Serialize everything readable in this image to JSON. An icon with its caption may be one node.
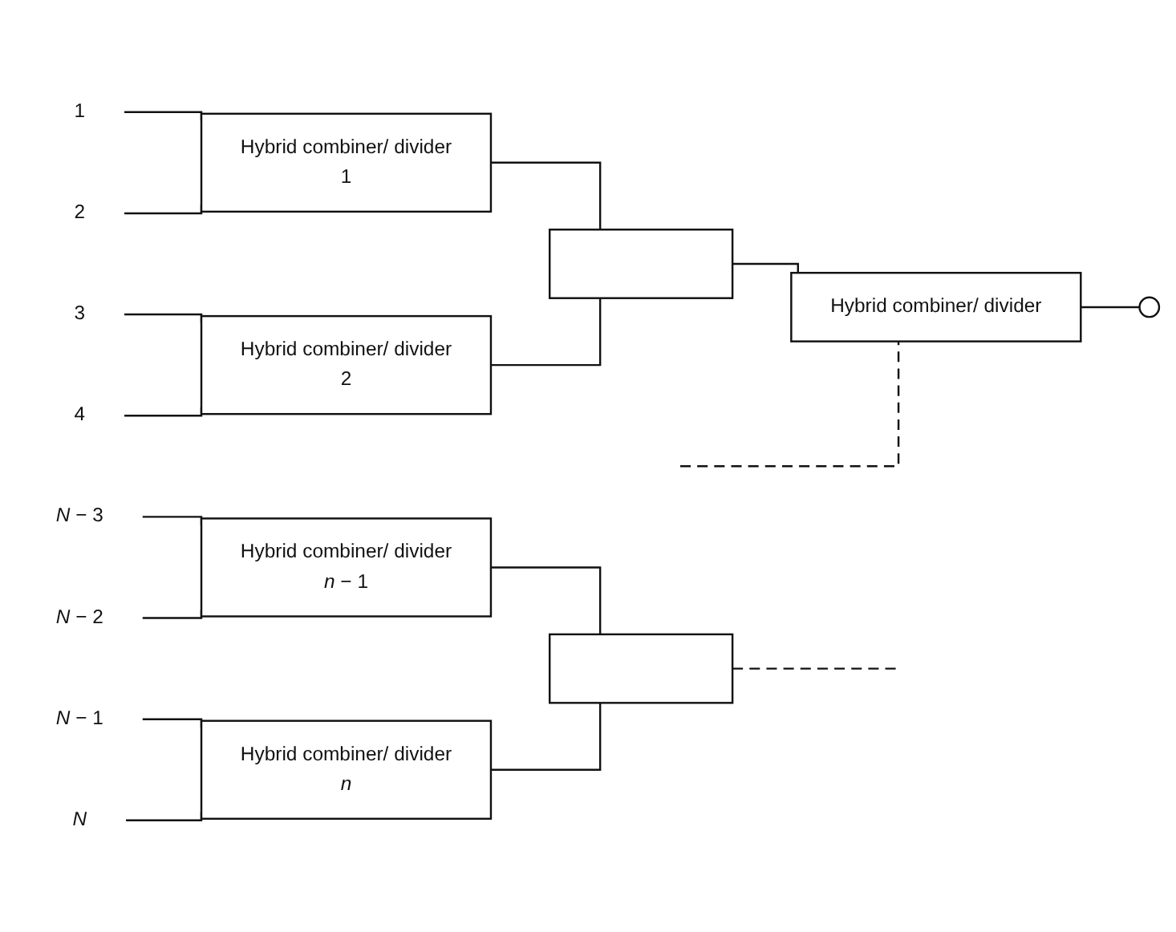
{
  "diagram": {
    "nodes": [
      {
        "text": [
          "1"
        ]
      },
      {
        "text": [
          "2"
        ]
      },
      {
        "text": [
          "Hybrid combiner/ divider",
          "1"
        ]
      },
      {
        "text": [
          "3"
        ]
      },
      {
        "text": [
          "4"
        ]
      },
      {
        "text": [
          "Hybrid combiner/ divider",
          "2"
        ]
      },
      {
        "text": [],
        "shape": "box"
      },
      {
        "text": [
          "Hybrid combiner/ divider"
        ]
      },
      {
        "text": [],
        "shape": "circle"
      },
      {
        "text": [
          "*N* − 3"
        ]
      },
      {
        "text": [
          "*N* − 2"
        ]
      },
      {
        "text": [
          "Hybrid combiner/ divider",
          "*n* − 1"
        ]
      },
      {
        "text": [
          "*N* − 1"
        ]
      },
      {
        "text": [
          "*N*"
        ]
      },
      {
        "text": [
          "Hybrid combiner/ divider",
          "*n*"
        ]
      },
      {
        "text": [],
        "shape": "box"
      }
    ],
    "edges": [
      {
        "from": 0,
        "to": 2,
        "arrow": "none"
      },
      {
        "from": 1,
        "to": 2,
        "arrow": "none"
      },
      {
        "from": 3,
        "to": 5,
        "arrow": "none"
      },
      {
        "from": 4,
        "to": 5,
        "arrow": "none"
      },
      {
        "from": 2,
        "to": 6,
        "arrow": "none"
      },
      {
        "from": 5,
        "to": 6,
        "arrow": "none"
      },
      {
        "from": 6,
        "to": 7,
        "arrow": "none"
      },
      {
        "from": null,
        "to": 7,
        "arrow": "none",
        "style": "dashed"
      },
      {
        "from": 7,
        "to": 8,
        "arrow": "none"
      },
      {
        "from": 9,
        "to": 11,
        "arrow": "none"
      },
      {
        "from": 10,
        "to": 11,
        "arrow": "none"
      },
      {
        "from": 12,
        "to": 14,
        "arrow": "none"
      },
      {
        "from": 13,
        "to": 14,
        "arrow": "none"
      },
      {
        "from": 11,
        "to": 15,
        "arrow": "none"
      },
      {
        "from": 14,
        "to": 15,
        "arrow": "none"
      },
      {
        "from": 15,
        "to": null,
        "arrow": "none",
        "style": "dashed"
      }
    ]
  }
}
